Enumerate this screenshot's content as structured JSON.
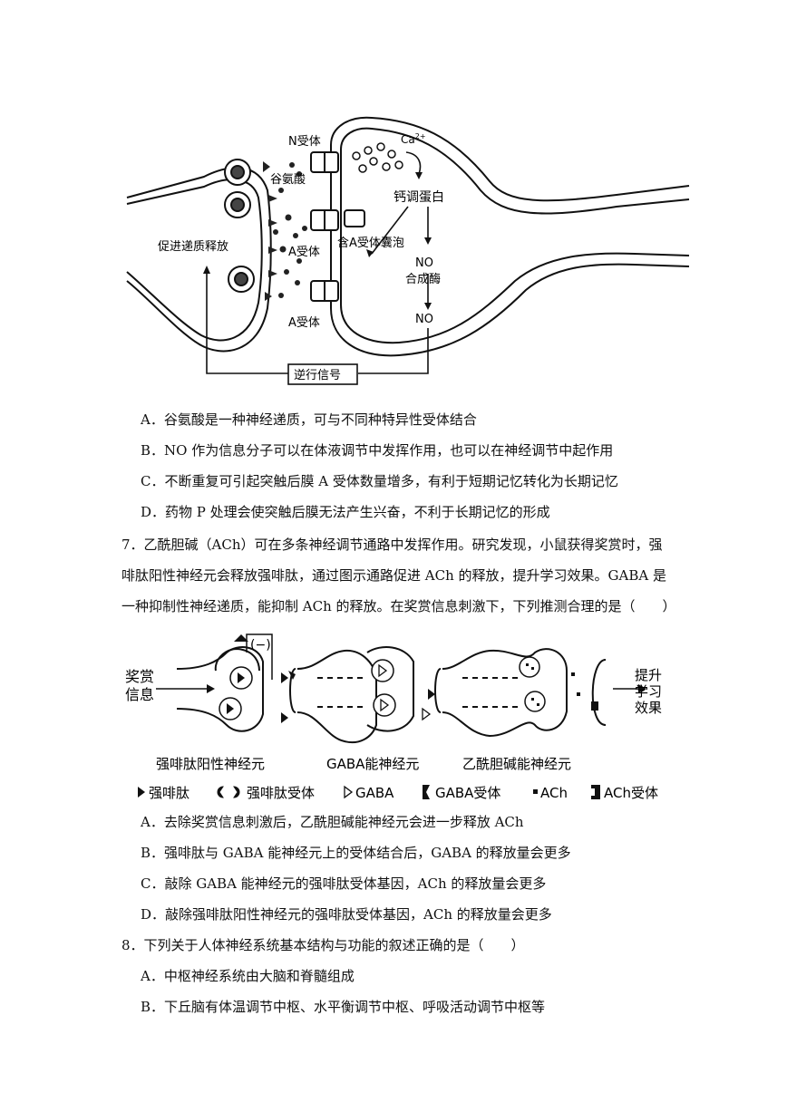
{
  "figure1": {
    "labels": {
      "n_receptor": "N受体",
      "ca": "Ca",
      "ca_sup": "2+",
      "glutamate": "谷氨酸",
      "calmodulin": "钙调蛋白",
      "promote_release": "促进递质释放",
      "a_receptor_1": "A受体",
      "vesicle": "含A受体囊泡",
      "no_synthase_1": "NO",
      "no_synthase_2": "合成酶",
      "a_receptor_2": "A受体",
      "no": "NO",
      "retro_signal": "逆行信号"
    }
  },
  "q6_options": [
    "A．谷氨酸是一种神经递质，可与不同种特异性受体结合",
    "B．NO 作为信息分子可以在体液调节中发挥作用，也可以在神经调节中起作用",
    "C．不断重复可引起突触后膜 A 受体数量增多，有利于短期记忆转化为长期记忆",
    "D．药物 P 处理会使突触后膜无法产生兴奋，不利于长期记忆的形成"
  ],
  "q7": {
    "lines": [
      "7．乙酰胆碱（ACh）可在多条神经调节通路中发挥作用。研究发现，小鼠获得奖赏时，强",
      "啡肽阳性神经元会释放强啡肽，通过图示通路促进 ACh 的释放，提升学习效果。GABA 是",
      "一种抑制性神经递质，能抑制 ACh 的释放。在奖赏信息刺激下，下列推测合理的是（　　）"
    ],
    "options": [
      "A．去除奖赏信息刺激后，乙酰胆碱能神经元会进一步释放 ACh",
      "B．强啡肽与 GABA 能神经元上的受体结合后，GABA 的释放量会更多",
      "C．敲除 GABA 能神经元的强啡肽受体基因，ACh 的释放量会更多",
      "D．敲除强啡肽阳性神经元的强啡肽受体基因，ACh 的释放量会更多"
    ]
  },
  "figure2": {
    "reward_1": "奖赏",
    "reward_2": "信息",
    "inhibit": "(−)",
    "out_1": "提升",
    "out_2": "学习",
    "out_3": "效果",
    "neuron_1": "强啡肽阳性神经元",
    "neuron_2": "GABA能神经元",
    "neuron_3": "乙酰胆碱能神经元",
    "legend": [
      "强啡肽",
      "强啡肽受体",
      "GABA",
      "GABA受体",
      "ACh",
      "ACh受体"
    ]
  },
  "q8": {
    "stem": "8．下列关于人体神经系统基本结构与功能的叙述正确的是（　　）",
    "options": [
      "A．中枢神经系统由大脑和脊髓组成",
      "B．下丘脑有体温调节中枢、水平衡调节中枢、呼吸活动调节中枢等"
    ]
  }
}
